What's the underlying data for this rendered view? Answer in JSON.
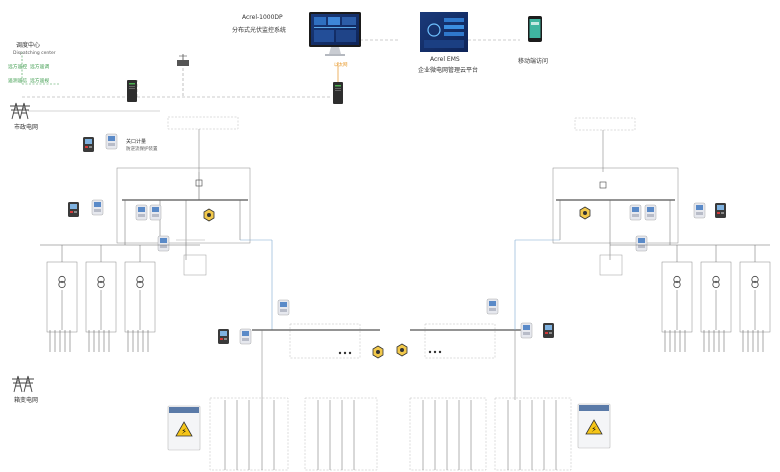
{
  "top": {
    "platform1_title": "Acrel-1000DP",
    "platform1_subtitle": "分布式光伏监控系统",
    "platform2_title": "Acrel EMS",
    "platform2_subtitle": "企业微电网管理云平台",
    "mobile_label": "移动端访问",
    "link_label": "以太网"
  },
  "dispatch": {
    "title": "调度中心",
    "subtitle": "Dispatching center",
    "items": [
      "远方遥控",
      "远方遥调",
      "遥测遥信",
      "远方遥视"
    ]
  },
  "grid_label": "市政电网",
  "transformer_label": "箱变电网",
  "metering_label": "关口计量",
  "metering_sub": "防逆流保护装置",
  "colors": {
    "bus": "#555555",
    "wire": "#8c8c8c",
    "thin": "#b0b0b0",
    "blue_link": "#4a86c8",
    "orange_link": "#e8a040",
    "green_text": "#3a9a4a",
    "yellow": "#f2c94c"
  }
}
